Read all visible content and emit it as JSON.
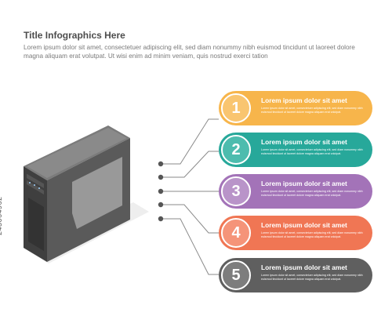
{
  "header": {
    "title": "Title Infographics Here",
    "subtitle": "Lorem ipsum dolor sit amet, consectetuer adipiscing elit, sed diam nonummy nibh euismod tincidunt ut laoreet dolore magna aliquam erat volutpat. Ut wisi enim ad minim veniam, quis nostrud exerci tation"
  },
  "items": [
    {
      "number": "1",
      "title": "Lorem ipsum dolor sit amet",
      "text": "Lorem ipsum dolor sit amet, consectetuer adipiscing elit, sed diam nonummy nibh euismod tincidunt ut laoreet dolore magna aliquam erat volutpat.",
      "color": "#f7b54b",
      "circle_color": "#f9c570"
    },
    {
      "number": "2",
      "title": "Lorem ipsum dolor sit amet",
      "text": "Lorem ipsum dolor sit amet, consectetuer adipiscing elit, sed diam nonummy nibh euismod tincidunt ut laoreet dolore magna aliquam erat volutpat.",
      "color": "#27a89a",
      "circle_color": "#4dbcae"
    },
    {
      "number": "3",
      "title": "Lorem ipsum dolor sit amet",
      "text": "Lorem ipsum dolor sit amet, consectetuer adipiscing elit, sed diam nonummy nibh euismod tincidunt ut laoreet dolore magna aliquam erat volutpat.",
      "color": "#a373b8",
      "circle_color": "#b994c9"
    },
    {
      "number": "4",
      "title": "Lorem ipsum dolor sit amet",
      "text": "Lorem ipsum dolor sit amet, consectetuer adipiscing elit, sed diam nonummy nibh euismod tincidunt ut laoreet dolore magna aliquam erat volutpat.",
      "color": "#f07654",
      "circle_color": "#f59479"
    },
    {
      "number": "5",
      "title": "Lorem ipsum dolor sit amet",
      "text": "Lorem ipsum dolor sit amet, consectetuer adipiscing elit, sed diam nonummy nibh euismod tincidunt ut laoreet dolore magna aliquam erat volutpat.",
      "color": "#5f5f5f",
      "circle_color": "#7d7d7d"
    }
  ],
  "side_id": "243064962"
}
